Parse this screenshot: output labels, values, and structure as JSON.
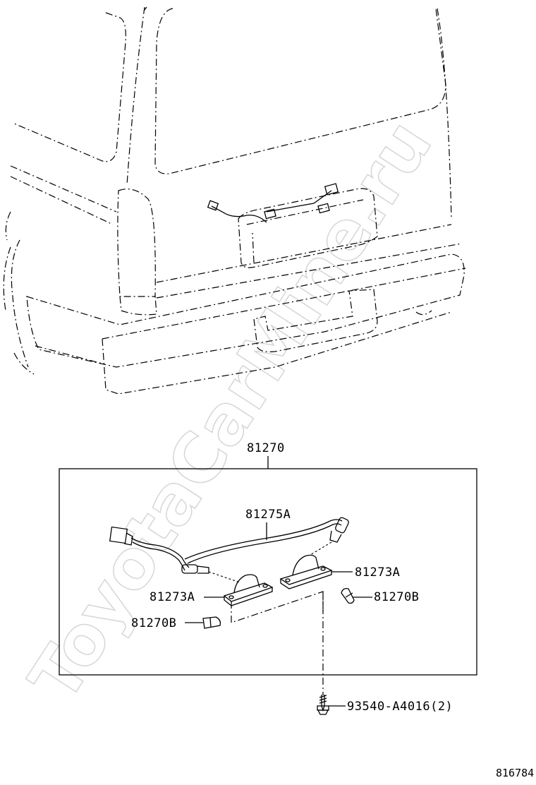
{
  "watermark": "ToyotaCarMine.ru",
  "parts": {
    "assembly": "81270",
    "wire": "81275A",
    "lens_right": "81273A",
    "lens_left": "81273A",
    "bulb_right": "81270B",
    "bulb_left": "81270B",
    "screw": "93540-A4016(2)"
  },
  "diagram_ref": "816784"
}
